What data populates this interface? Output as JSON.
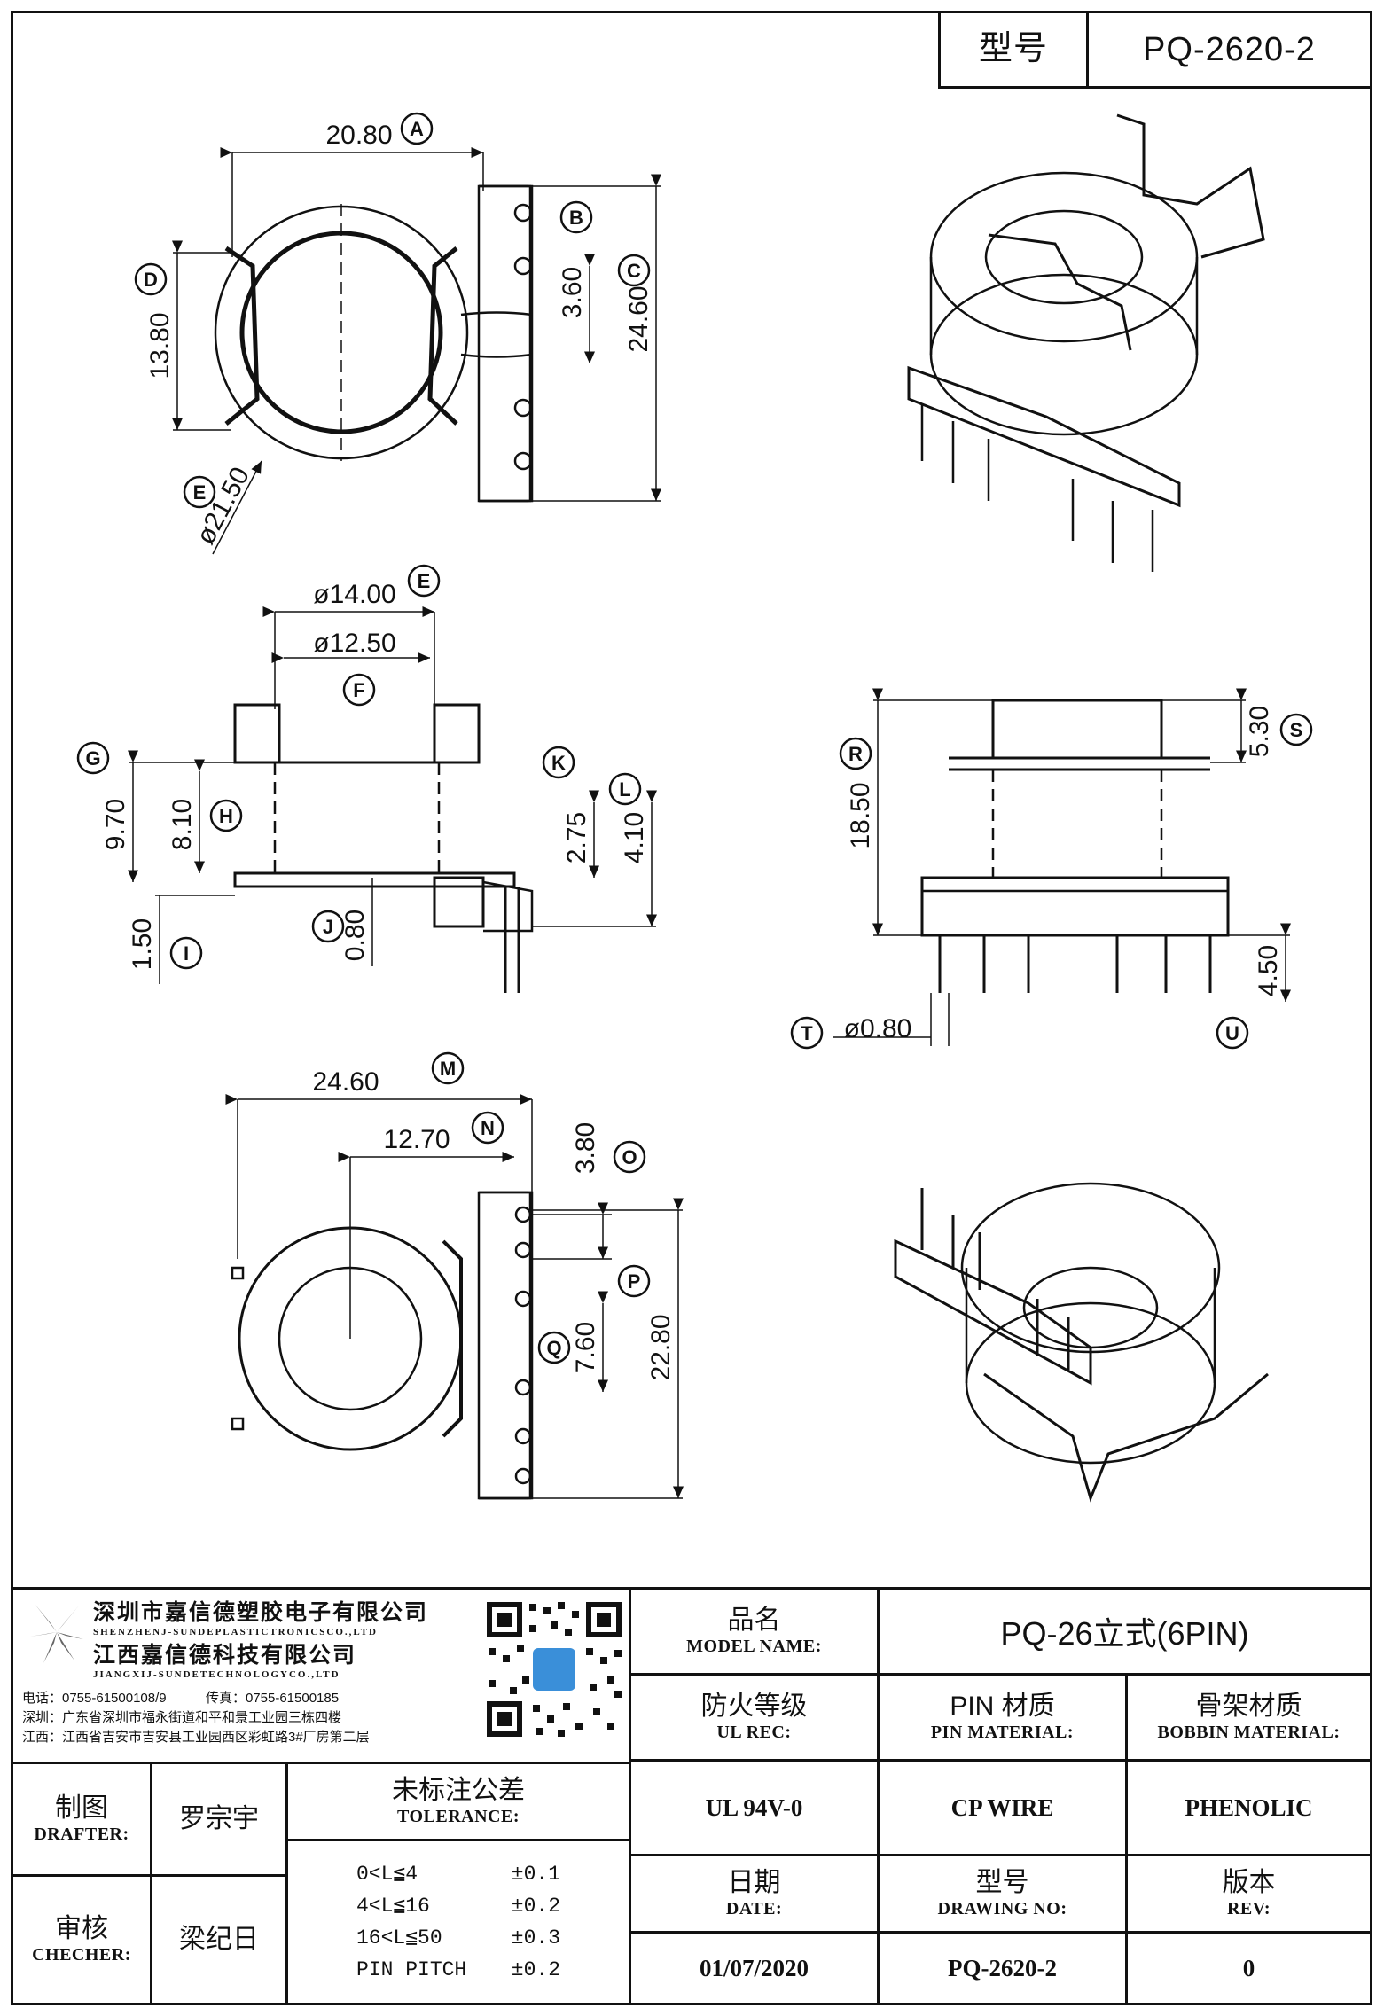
{
  "header": {
    "model_label": "型号",
    "model_value": "PQ-2620-2"
  },
  "dimensions": {
    "top_view": [
      {
        "value": "20.80",
        "tag": "A"
      },
      {
        "value": "3.60",
        "tag": "B"
      },
      {
        "value": "24.60",
        "tag": "C"
      },
      {
        "value": "13.80",
        "tag": "D"
      },
      {
        "value": "ø21.50",
        "tag": "E"
      }
    ],
    "front_view": [
      {
        "value": "ø14.00",
        "tag": "E"
      },
      {
        "value": "ø12.50",
        "tag": "F"
      },
      {
        "value": "9.70",
        "tag": "G"
      },
      {
        "value": "8.10",
        "tag": "H"
      },
      {
        "value": "1.50",
        "tag": "I"
      },
      {
        "value": "0.80",
        "tag": "J"
      },
      {
        "value": "2.75",
        "tag": "K"
      },
      {
        "value": "4.10",
        "tag": "L"
      }
    ],
    "side_view": [
      {
        "value": "18.50",
        "tag": "R"
      },
      {
        "value": "5.30",
        "tag": "S"
      },
      {
        "value": "ø0.80",
        "tag": "T"
      },
      {
        "value": "4.50",
        "tag": "U"
      }
    ],
    "bottom_view": [
      {
        "value": "24.60",
        "tag": "M"
      },
      {
        "value": "12.70",
        "tag": "N"
      },
      {
        "value": "3.80",
        "tag": "O"
      },
      {
        "value": "22.80",
        "tag": "P"
      },
      {
        "value": "7.60",
        "tag": "Q"
      }
    ]
  },
  "company": {
    "name_cn_1": "深圳市嘉信德塑胶电子有限公司",
    "name_en_1": "SHENZHENJ-SUNDEPLASTICTRONICSCO.,LTD",
    "name_cn_2": "江西嘉信德科技有限公司",
    "name_en_2": "JIANGXIJ-SUNDETECHNOLOGYCO.,LTD",
    "phone": "电话：0755-61500108/9",
    "fax": "传真：0755-61500185",
    "addr_sz": "深圳：广东省深圳市福永街道和平和景工业园三栋四楼",
    "addr_jx": "江西：江西省吉安市吉安县工业园西区彩虹路3#厂房第二层"
  },
  "title_block": {
    "model_name_cn": "品名",
    "model_name_en": "MODEL NAME:",
    "model_name_value": "PQ-26立式(6PIN)",
    "ul_cn": "防火等级",
    "ul_en": "UL REC:",
    "ul_value": "UL 94V-0",
    "pin_cn": "PIN 材质",
    "pin_en": "PIN MATERIAL:",
    "pin_value": "CP WIRE",
    "bobbin_cn": "骨架材质",
    "bobbin_en": "BOBBIN MATERIAL:",
    "bobbin_value": "PHENOLIC",
    "date_cn": "日期",
    "date_en": "DATE:",
    "date_value": "01/07/2020",
    "drawing_cn": "型号",
    "drawing_en": "DRAWING NO:",
    "drawing_value": "PQ-2620-2",
    "rev_cn": "版本",
    "rev_en": "REV:",
    "rev_value": "0",
    "drafter_cn": "制图",
    "drafter_en": "DRAFTER:",
    "drafter_value": "罗宗宇",
    "checker_cn": "审核",
    "checker_en": "CHECHER:",
    "checker_value": "梁纪日",
    "tolerance_cn": "未标注公差",
    "tolerance_en": "TOLERANCE:",
    "tolerance_rows": [
      {
        "range": "0<L≦4",
        "tol": "±0.1"
      },
      {
        "range": "4<L≦16",
        "tol": "±0.2"
      },
      {
        "range": "16<L≦50",
        "tol": "±0.3"
      },
      {
        "range": "PIN PITCH",
        "tol": "±0.2"
      }
    ]
  }
}
